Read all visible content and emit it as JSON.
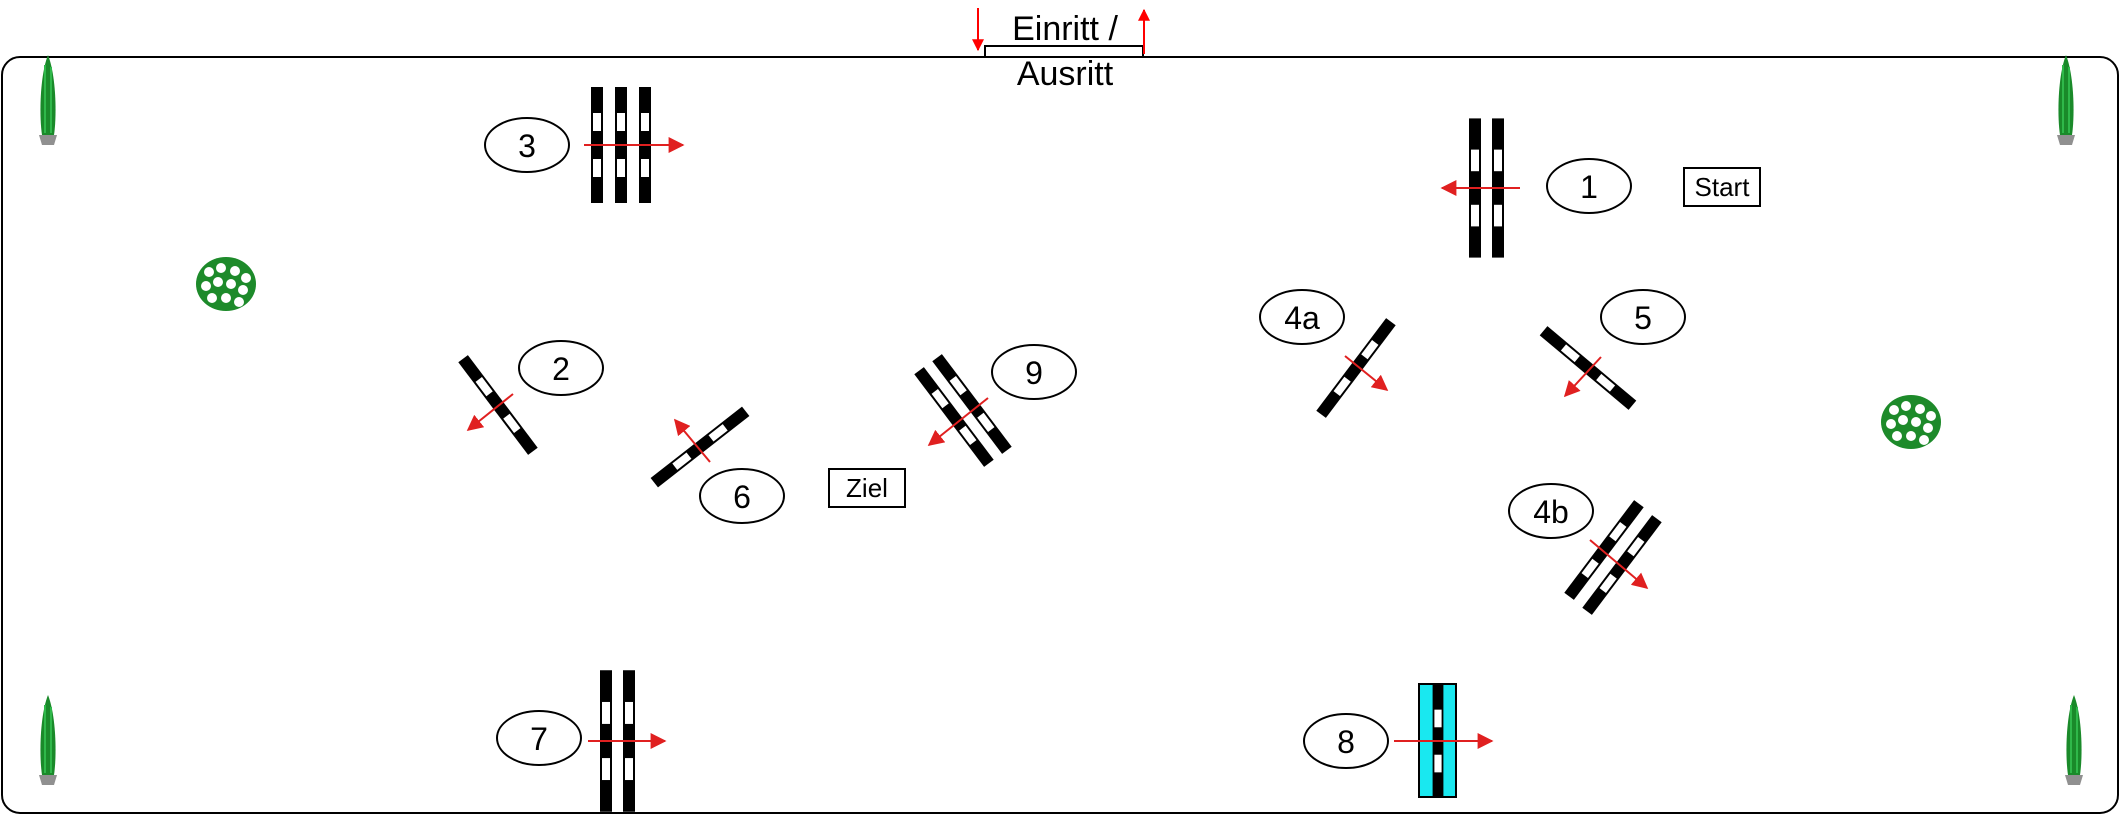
{
  "entrance": {
    "line1": "Einritt /",
    "line2": "Ausritt"
  },
  "labels": {
    "start": "Start",
    "finish": "Ziel"
  },
  "obstacles": [
    {
      "id": "1",
      "label": "1"
    },
    {
      "id": "2",
      "label": "2"
    },
    {
      "id": "3",
      "label": "3"
    },
    {
      "id": "4a",
      "label": "4a"
    },
    {
      "id": "4b",
      "label": "4b"
    },
    {
      "id": "5",
      "label": "5"
    },
    {
      "id": "6",
      "label": "6"
    },
    {
      "id": "7",
      "label": "7"
    },
    {
      "id": "8",
      "label": "8"
    },
    {
      "id": "9",
      "label": "9"
    }
  ],
  "colors": {
    "pole": "#000000",
    "pole_stripe": "#ffffff",
    "arrow": "#e02020",
    "water": "#19e8f0",
    "plant": "#1a8a2a",
    "arena_border": "#000000"
  },
  "icons": {
    "decor_corner": "cypress-plant-icon",
    "decor_side": "flower-bush-icon"
  }
}
